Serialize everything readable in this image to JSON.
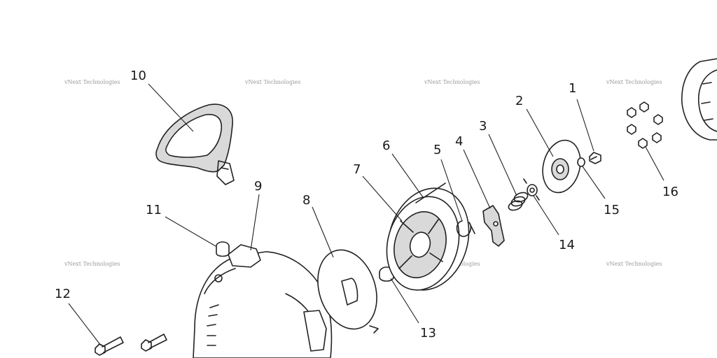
{
  "callouts": [
    "1",
    "2",
    "3",
    "4",
    "5",
    "6",
    "7",
    "8",
    "9",
    "10",
    "11",
    "12",
    "13",
    "14",
    "15",
    "16"
  ],
  "watermark": "vNext Technologies"
}
